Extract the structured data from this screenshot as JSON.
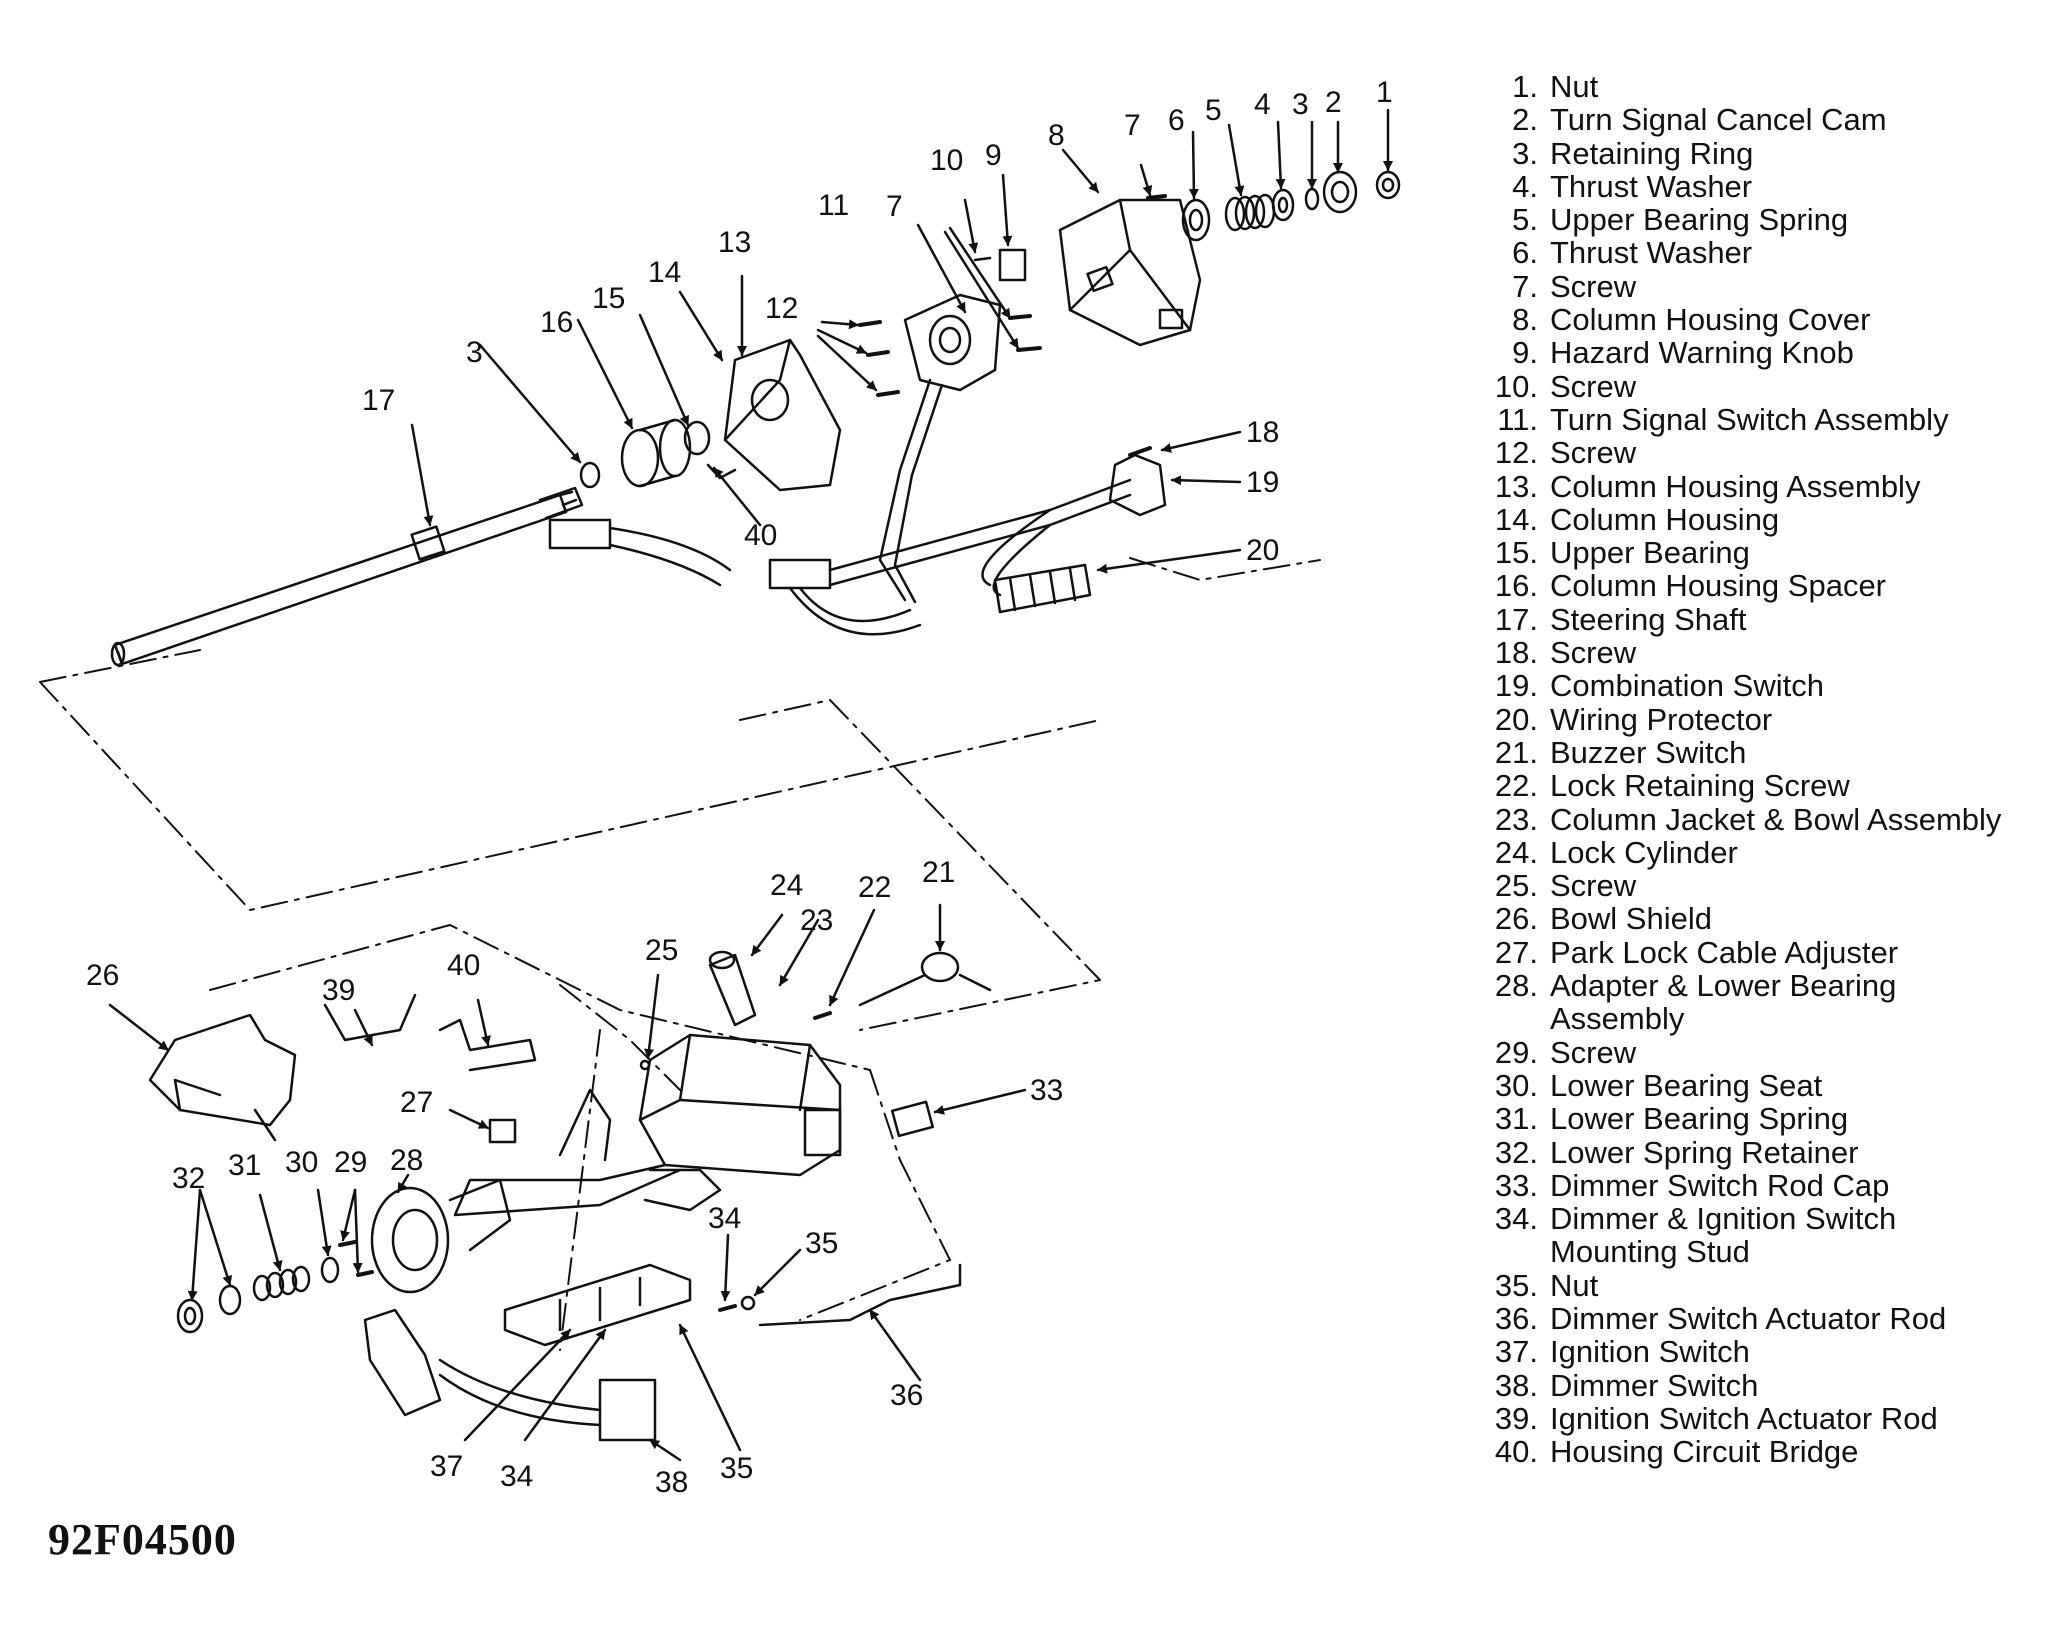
{
  "figure_id": "92F04500",
  "callouts": {
    "c1": "1",
    "c2": "2",
    "c3a": "3",
    "c3b": "3",
    "c4": "4",
    "c5": "5",
    "c6": "6",
    "c7a": "7",
    "c7b": "7",
    "c8": "8",
    "c9": "9",
    "c10": "10",
    "c11": "11",
    "c12": "12",
    "c13": "13",
    "c14": "14",
    "c15": "15",
    "c16": "16",
    "c17": "17",
    "c18": "18",
    "c19": "19",
    "c20": "20",
    "c21": "21",
    "c22": "22",
    "c23": "23",
    "c24": "24",
    "c25": "25",
    "c26": "26",
    "c27": "27",
    "c28": "28",
    "c29": "29",
    "c30": "30",
    "c31": "31",
    "c32": "32",
    "c33": "33",
    "c34a": "34",
    "c34b": "34",
    "c35a": "35",
    "c35b": "35",
    "c36": "36",
    "c37": "37",
    "c38": "38",
    "c39": "39",
    "c40a": "40",
    "c40b": "40"
  },
  "legend": [
    {
      "num": "1.",
      "label": "Nut"
    },
    {
      "num": "2.",
      "label": "Turn Signal Cancel Cam"
    },
    {
      "num": "3.",
      "label": "Retaining Ring"
    },
    {
      "num": "4.",
      "label": "Thrust Washer"
    },
    {
      "num": "5.",
      "label": "Upper Bearing Spring"
    },
    {
      "num": "6.",
      "label": "Thrust Washer"
    },
    {
      "num": "7.",
      "label": "Screw"
    },
    {
      "num": "8.",
      "label": "Column Housing Cover"
    },
    {
      "num": "9.",
      "label": "Hazard Warning Knob"
    },
    {
      "num": "10.",
      "label": "Screw"
    },
    {
      "num": "11.",
      "label": "Turn Signal Switch Assembly"
    },
    {
      "num": "12.",
      "label": "Screw"
    },
    {
      "num": "13.",
      "label": "Column Housing Assembly"
    },
    {
      "num": "14.",
      "label": "Column Housing"
    },
    {
      "num": "15.",
      "label": "Upper Bearing"
    },
    {
      "num": "16.",
      "label": "Column Housing Spacer"
    },
    {
      "num": "17.",
      "label": "Steering Shaft"
    },
    {
      "num": "18.",
      "label": "Screw"
    },
    {
      "num": "19.",
      "label": "Combination Switch"
    },
    {
      "num": "20.",
      "label": "Wiring Protector"
    },
    {
      "num": "21.",
      "label": "Buzzer Switch"
    },
    {
      "num": "22.",
      "label": "Lock Retaining Screw"
    },
    {
      "num": "23.",
      "label": "Column Jacket & Bowl Assembly"
    },
    {
      "num": "24.",
      "label": "Lock Cylinder"
    },
    {
      "num": "25.",
      "label": "Screw"
    },
    {
      "num": "26.",
      "label": "Bowl Shield"
    },
    {
      "num": "27.",
      "label": "Park Lock Cable Adjuster"
    },
    {
      "num": "28.",
      "label": "Adapter & Lower Bearing",
      "label2": "Assembly"
    },
    {
      "num": "29.",
      "label": "Screw"
    },
    {
      "num": "30.",
      "label": "Lower Bearing Seat"
    },
    {
      "num": "31.",
      "label": "Lower Bearing Spring"
    },
    {
      "num": "32.",
      "label": "Lower Spring Retainer"
    },
    {
      "num": "33.",
      "label": "Dimmer Switch Rod Cap"
    },
    {
      "num": "34.",
      "label": "Dimmer & Ignition Switch",
      "label2": "Mounting Stud"
    },
    {
      "num": "35.",
      "label": "Nut"
    },
    {
      "num": "36.",
      "label": "Dimmer Switch Actuator Rod"
    },
    {
      "num": "37.",
      "label": "Ignition Switch"
    },
    {
      "num": "38.",
      "label": "Dimmer Switch"
    },
    {
      "num": "39.",
      "label": "Ignition Switch Actuator Rod"
    },
    {
      "num": "40.",
      "label": "Housing Circuit Bridge"
    }
  ]
}
